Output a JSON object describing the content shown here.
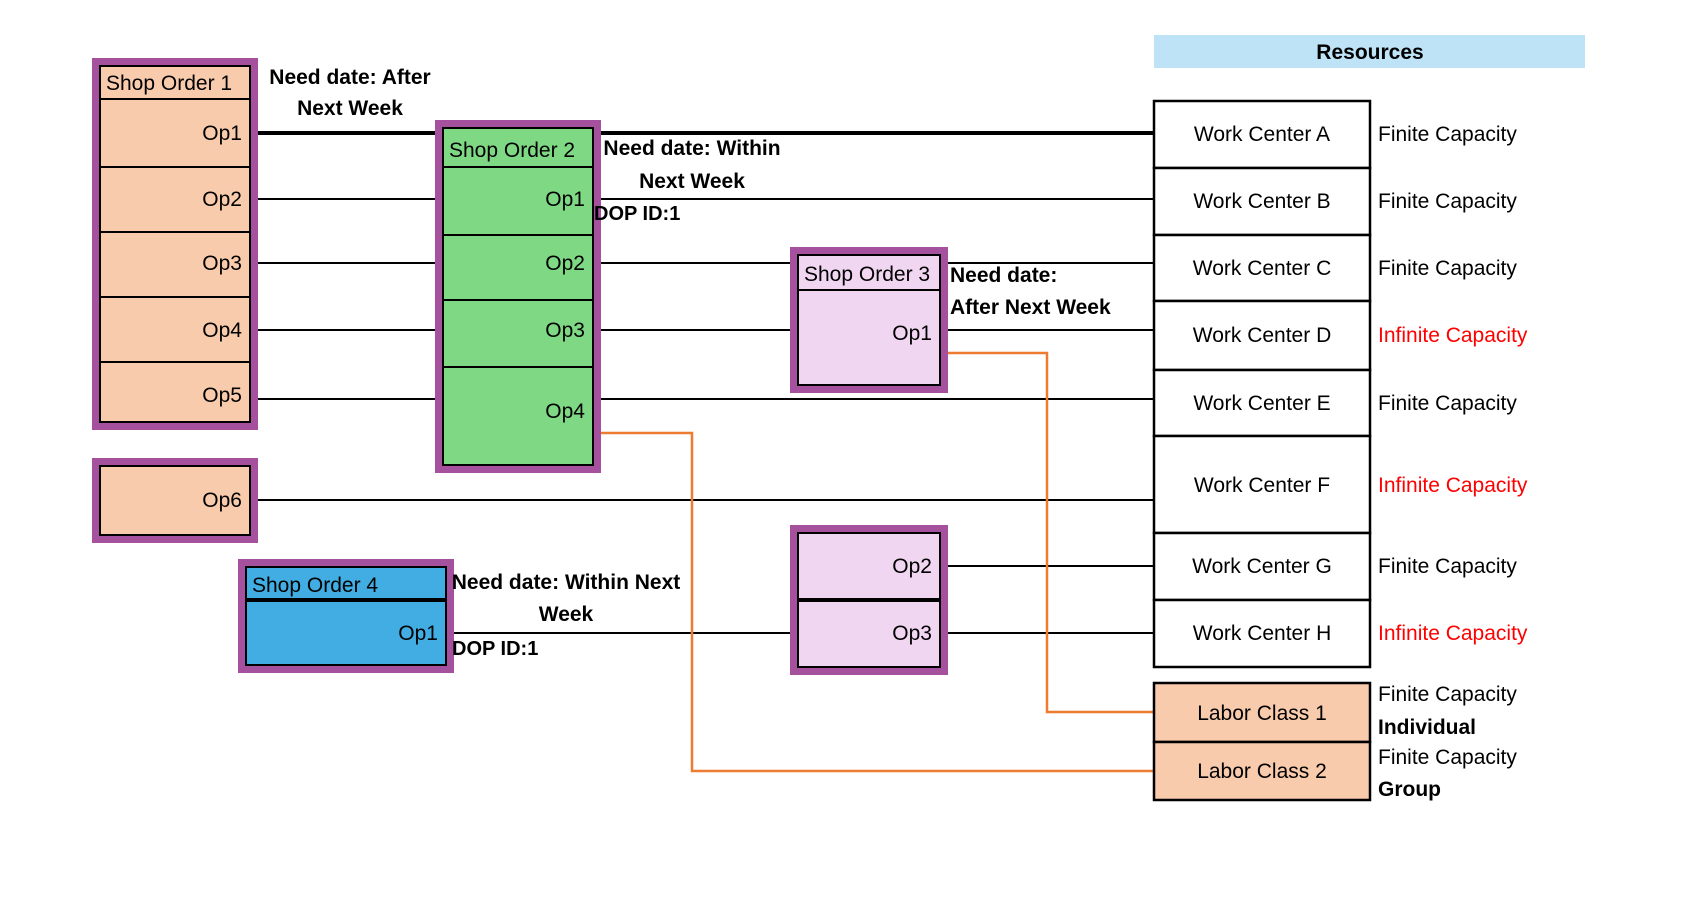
{
  "resources_panel": {
    "title": "Resources"
  },
  "shop_orders": [
    {
      "name": "Shop Order 1",
      "ops": [
        "Op1",
        "Op2",
        "Op3",
        "Op4",
        "Op5"
      ],
      "extra_op": "Op6",
      "need_date": [
        "Need date: After",
        "Next Week"
      ]
    },
    {
      "name": "Shop Order 2",
      "ops": [
        "Op1",
        "Op2",
        "Op3",
        "Op4"
      ],
      "need_date": [
        "Need date: Within",
        "Next Week"
      ],
      "dop_id": "DOP ID:1"
    },
    {
      "name": "Shop Order 3",
      "ops": [
        "Op1"
      ],
      "detached_ops": [
        "Op2",
        "Op3"
      ],
      "need_date": [
        "Need date:",
        "After Next Week"
      ]
    },
    {
      "name": "Shop Order 4",
      "ops": [
        "Op1"
      ],
      "need_date": [
        "Need date: Within Next",
        "Week"
      ],
      "dop_id": "DOP ID:1"
    }
  ],
  "work_centers": [
    {
      "name": "Work Center A",
      "capacity": "Finite Capacity"
    },
    {
      "name": "Work Center B",
      "capacity": "Finite Capacity"
    },
    {
      "name": "Work Center C",
      "capacity": "Finite Capacity"
    },
    {
      "name": "Work Center D",
      "capacity": "Infinite Capacity"
    },
    {
      "name": "Work Center E",
      "capacity": "Finite Capacity"
    },
    {
      "name": "Work Center F",
      "capacity": "Infinite Capacity"
    },
    {
      "name": "Work Center G",
      "capacity": "Finite Capacity"
    },
    {
      "name": "Work Center H",
      "capacity": "Infinite Capacity"
    }
  ],
  "labor_classes": [
    {
      "name": "Labor Class 1",
      "capacity": "Finite Capacity",
      "group_type": "Individual"
    },
    {
      "name": "Labor Class 2",
      "capacity": "Finite Capacity",
      "group_type": "Group"
    }
  ],
  "colors": {
    "peach": "#F8CBAD",
    "green": "#7FD984",
    "blue": "#41ADE3",
    "pink": "#F1D6F2",
    "purple_border": "#A5519E",
    "orange_connector": "#ED7C31",
    "resources_header_blue": "#BEE3F6",
    "infinite_capacity_red": "#FF0000"
  }
}
